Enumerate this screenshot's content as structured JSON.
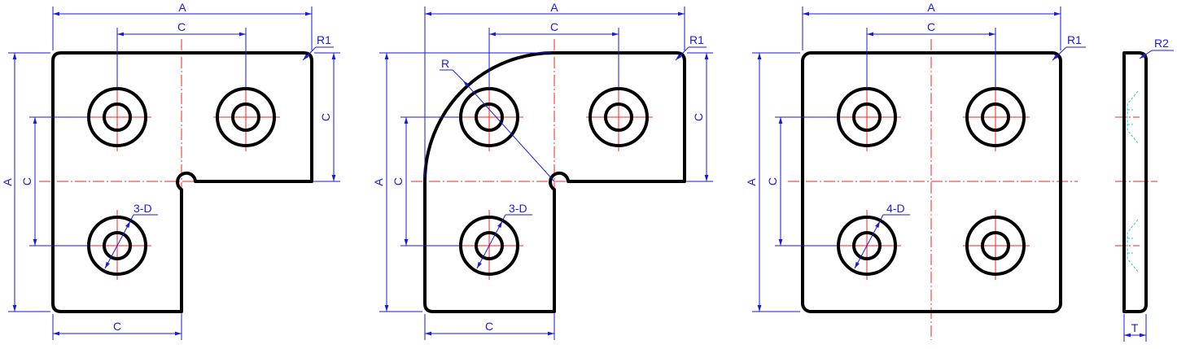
{
  "labels": {
    "A": "A",
    "C": "C",
    "R1": "R1",
    "R2": "R2",
    "R": "R",
    "T": "T",
    "holes_3": "3-D",
    "holes_4": "4-D"
  },
  "colors": {
    "outline": "#000000",
    "dimension": "#1a1adc",
    "centerline": "#ff2020",
    "hidden": "#22c8e8"
  }
}
